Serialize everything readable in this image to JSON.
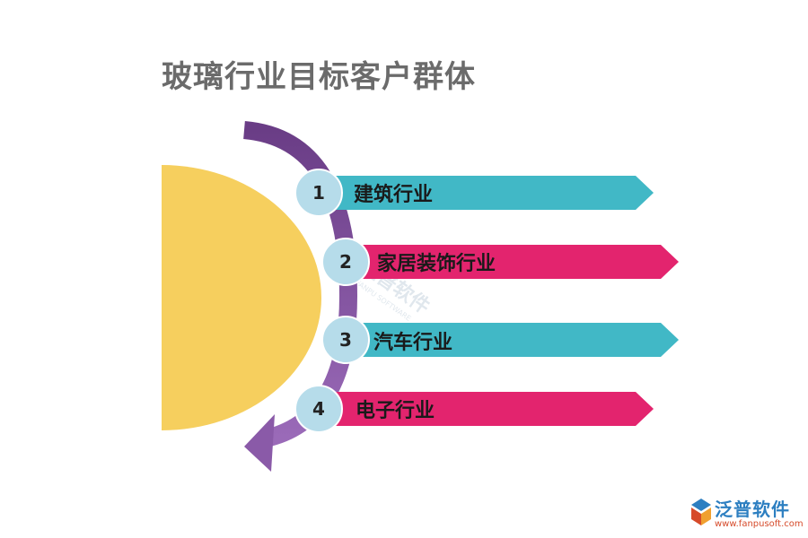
{
  "title": "玻璃行业目标客户群体",
  "colors": {
    "teal": "#41b8c6",
    "magenta": "#e3246e",
    "purple": "#8a5aa8",
    "purple_dark": "#6a3d86",
    "sun": "#f6cf5e",
    "circle": "#b6dcea"
  },
  "items": [
    {
      "number": "1",
      "label": "建筑行业",
      "color": "#41b8c6"
    },
    {
      "number": "2",
      "label": "家居装饰行业",
      "color": "#e3246e"
    },
    {
      "number": "3",
      "label": "汽车行业",
      "color": "#41b8c6"
    },
    {
      "number": "4",
      "label": "电子行业",
      "color": "#e3246e"
    }
  ],
  "watermark": {
    "text": "泛普软件",
    "sub": "FANPU SOFTWARE"
  },
  "logo": {
    "name": "泛普软件",
    "url": "www.fanpusoft.com"
  }
}
